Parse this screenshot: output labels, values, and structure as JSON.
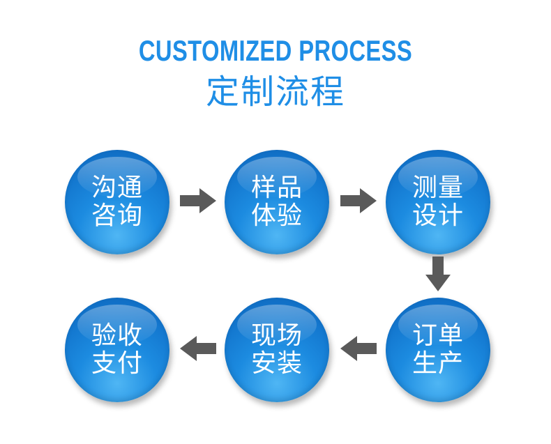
{
  "title": {
    "english": "CUSTOMIZED PROCESS",
    "chinese": "定制流程"
  },
  "steps": [
    {
      "line1": "沟通",
      "line2": "咨询"
    },
    {
      "line1": "样品",
      "line2": "体验"
    },
    {
      "line1": "测量",
      "line2": "设计"
    },
    {
      "line1": "订单",
      "line2": "生产"
    },
    {
      "line1": "现场",
      "line2": "安装"
    },
    {
      "line1": "验收",
      "line2": "支付"
    }
  ],
  "colors": {
    "title": "#1f8ee6",
    "circle": "#1c8be0",
    "arrow": "#5a5a5a"
  }
}
